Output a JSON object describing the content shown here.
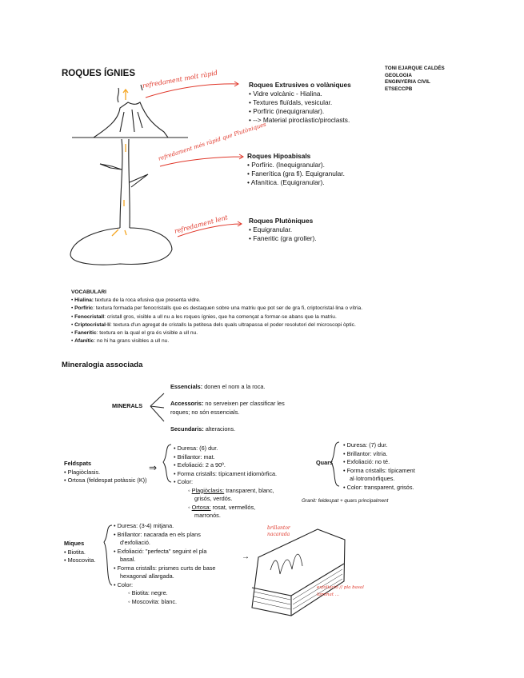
{
  "title": "ROQUES ÍGNIES",
  "author_block": [
    "TONI EJARQUE CALDÉS",
    "GEOLOGIA",
    "ENGINYERIA CIVIL",
    "ETSECCPB"
  ],
  "rock_types": [
    {
      "heading": "Roques Extrusives o volàniques",
      "items": [
        "Vidre volcànic - Hialina.",
        "Textures fluïdals, vesicular.",
        "Porfíric (inequigranular).",
        "--> Material piroclàstic/piroclasts."
      ],
      "annotation": "refredament molt ràpid"
    },
    {
      "heading": "Roques Hipoabisals",
      "items": [
        "Porfíric. (Inequigranular).",
        "Fanerítica (gra fi). Equigranular.",
        "Afanítica. (Equigranular)."
      ],
      "annotation": "refredament més ràpid que Plutòniques"
    },
    {
      "heading": "Roques Plutòniques",
      "items": [
        "Equigranular.",
        "Faneritic (gra groller)."
      ],
      "annotation": "refredament lent"
    }
  ],
  "vocabulari": {
    "heading": "VOCABULARI",
    "items": [
      {
        "term": "Hialina:",
        "def": " textura de la roca efusiva que presenta vidre."
      },
      {
        "term": "Porfíric",
        "def": ": textura formada per fenocristalls que es destaquen sobre una matriu que pot ser de gra fi, criptocristal·lina o vítria."
      },
      {
        "term": "Fenocristall",
        "def": ": cristall gros, visible a ull nu a les roques ígnies, que ha començat a formar-se abans que la matriu."
      },
      {
        "term": "Criptocristal·lí",
        "def": ": textura d'un agregat de cristalls la petitesa dels quals ultrapassa el poder resolutori del microscopi òptic."
      },
      {
        "term": "Faneritic",
        "def": ": textura en la qual el gra és visible a ull nu."
      },
      {
        "term": "Afanític",
        "def": ": no hi ha grans visibles a ull nu."
      }
    ]
  },
  "mineralogia": {
    "heading": "Mineralogia associada",
    "minerals_label": "MINERALS",
    "types": [
      {
        "term": "Essencials:",
        "def": " donen el nom a la roca."
      },
      {
        "term": "Accessoris:",
        "def": " no serveixen per classificar les roques; no són essencials."
      },
      {
        "term": "Secundaris:",
        "def": " alteracions."
      }
    ],
    "feldspats": {
      "heading": "Feldspats",
      "items": [
        "Plagiòclasis.",
        "Ortosa (feldespat potàssic (K))"
      ],
      "arrow": "⇒",
      "props": [
        "Duresa: (6) dur.",
        "Brillantor: mat.",
        "Exfoliació: 2 a 90º.",
        "Forma cristalls: típicament idiomòrfica.",
        "Color:"
      ],
      "colors": [
        {
          "name": "Plagiòclasis:",
          "desc": " transparent, blanc,",
          "desc2": "grisós, verdós."
        },
        {
          "name": "Ortosa:",
          "desc": " rosat, vermellós,",
          "desc2": "marronós."
        }
      ]
    },
    "quars": {
      "heading": "Quars",
      "props": [
        "Duresa: (7) dur.",
        "Brillantor: vítria.",
        "Exfoliació: no té.",
        "Forma cristalls: típicament",
        "al·lotromòrfiques.",
        "Color: transparent, grisós."
      ]
    },
    "granit_note": "Granit: feldespat + quars principalment",
    "miques": {
      "heading": "Miques",
      "items": [
        "Biotita.",
        "Moscovita."
      ],
      "props": [
        "Duresa: (3-4) mitjana.",
        "Brillantor: nacarada en els plans",
        "d'exfoliació.",
        "Exfoliació: \"perfecta\" seguint el pla",
        "basal.",
        "Forma cristalls: prismes curts de base",
        "hexagonal allargada.",
        "Color:"
      ],
      "colors": [
        "Biotita: negre.",
        "Moscovita: blanc."
      ],
      "arrow": "→",
      "annotations": [
        "brillantor",
        "nacarada",
        "exfoliació // pla basal",
        "laminat ... "
      ]
    }
  },
  "colors": {
    "annotation": "#e0372a",
    "magma_arrow": "#f5a623"
  }
}
